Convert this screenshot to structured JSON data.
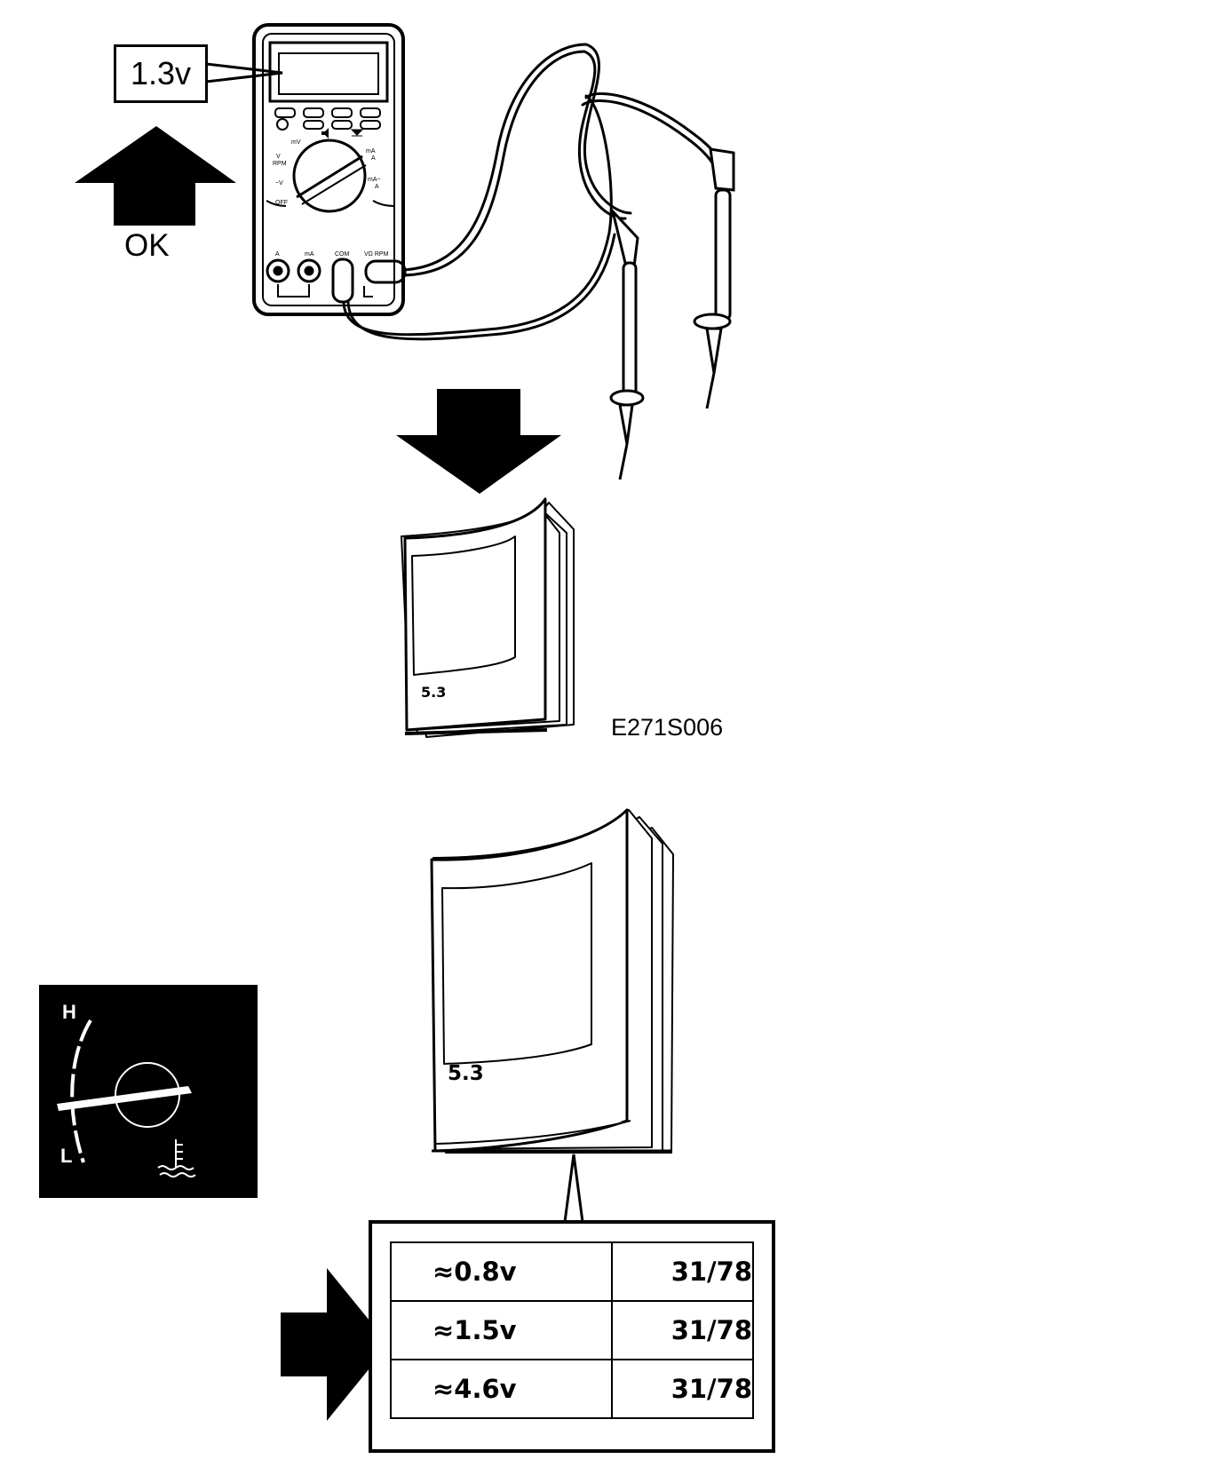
{
  "multimeter": {
    "display_reading": "1.3v",
    "dial_labels": [
      "mV",
      "V",
      "RPM",
      "~V",
      "OFF",
      "mA",
      "A",
      "mA~",
      "A"
    ],
    "jack_labels": [
      "A",
      "mA",
      "COM",
      "VΩ RPM"
    ]
  },
  "ok_arrow": {
    "label": "OK"
  },
  "manual_small": {
    "page_ref": "5.3"
  },
  "figure_code": "E271S006",
  "manual_large": {
    "page_ref": "5.3"
  },
  "temperature_gauge": {
    "high_label": "H",
    "low_label": "L"
  },
  "spec_table": {
    "rows": [
      {
        "voltage": "≈0.8v",
        "ref": "31/78"
      },
      {
        "voltage": "≈1.5v",
        "ref": "31/78"
      },
      {
        "voltage": "≈4.6v",
        "ref": "31/78"
      }
    ]
  }
}
